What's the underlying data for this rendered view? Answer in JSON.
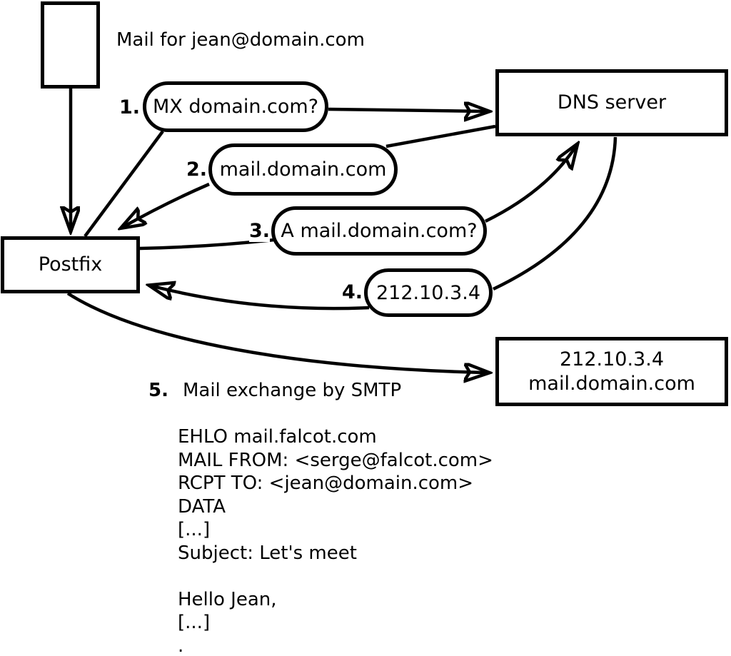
{
  "diagram": {
    "caption": "Mail for jean@domain.com",
    "nodes": {
      "postfix": "Postfix",
      "dns_server": "DNS server",
      "mail_server": {
        "line1": "212.10.3.4",
        "line2": "mail.domain.com"
      }
    },
    "steps": [
      {
        "num": "1.",
        "label": "MX domain.com?"
      },
      {
        "num": "2.",
        "label": "mail.domain.com"
      },
      {
        "num": "3.",
        "label": "A mail.domain.com?"
      },
      {
        "num": "4.",
        "label": "212.10.3.4"
      },
      {
        "num": "5.",
        "label": "Mail exchange by SMTP"
      }
    ],
    "smtp_session": [
      "EHLO mail.falcot.com",
      "MAIL FROM: <serge@falcot.com>",
      "RCPT TO: <jean@domain.com>",
      "DATA",
      "[...]",
      "Subject: Let's meet",
      "",
      "Hello Jean,",
      "[...]",
      "."
    ],
    "colors": {
      "stroke": "#000000",
      "background": "#ffffff"
    }
  }
}
